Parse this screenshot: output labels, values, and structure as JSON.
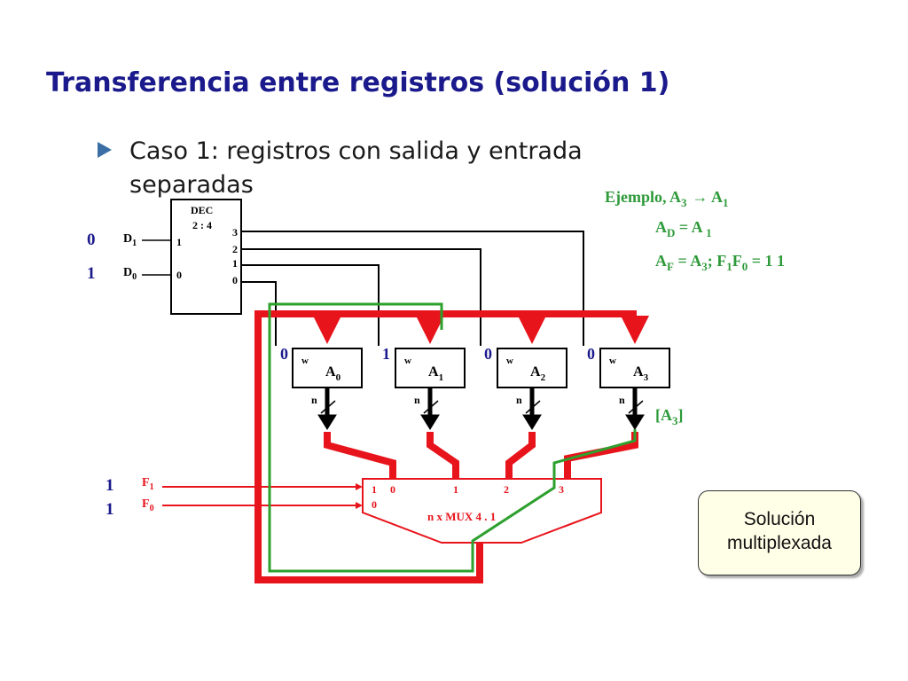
{
  "slide": {
    "title": "Transferencia entre registros (solución 1)",
    "bullet": "Caso 1: registros con salida y entrada separadas"
  },
  "decoder": {
    "name": "DEC",
    "ratio": "2 : 4",
    "inputs": [
      {
        "label": "D",
        "sub": "1",
        "pin": "1",
        "value": "0"
      },
      {
        "label": "D",
        "sub": "0",
        "pin": "0",
        "value": "1"
      }
    ],
    "outputs": [
      "3",
      "2",
      "1",
      "0"
    ]
  },
  "registers": [
    {
      "label": "A",
      "sub": "0",
      "w": "w",
      "n": "n",
      "enable": "0"
    },
    {
      "label": "A",
      "sub": "1",
      "w": "w",
      "n": "n",
      "enable": "1"
    },
    {
      "label": "A",
      "sub": "2",
      "w": "w",
      "n": "n",
      "enable": "0"
    },
    {
      "label": "A",
      "sub": "3",
      "w": "w",
      "n": "n",
      "enable": "0"
    }
  ],
  "mux": {
    "name": "n  x MUX 4 . 1",
    "select_pins": [
      "1",
      "0"
    ],
    "data_pins": [
      "0",
      "1",
      "2",
      "3"
    ],
    "selects": [
      {
        "label": "F",
        "sub": "1",
        "value": "1"
      },
      {
        "label": "F",
        "sub": "0",
        "value": "1"
      }
    ]
  },
  "bus_value": {
    "open": "[A",
    "sub": "3",
    "close": "]"
  },
  "example": {
    "heading": {
      "a": "Ejemplo, A",
      "sub1": "3",
      "arrow": "→",
      "b": " A",
      "sub2": "1"
    },
    "line1": {
      "a": "A",
      "sub1": "D",
      "b": " = A ",
      "sub2": "1"
    },
    "line2": {
      "a": "A",
      "sub1": "F",
      "b": " = A",
      "sub2": "3",
      "c": "; F",
      "sub3": "1",
      "d": "F",
      "sub4": "0",
      "e": " = 1 1"
    }
  },
  "callout": {
    "line1": "Solución",
    "line2": "multiplexada"
  },
  "colors": {
    "title": "#1a1a8c",
    "bus": "#e8141c",
    "path": "#2ea02e",
    "example": "#2e9a3a",
    "wire": "#000000"
  }
}
